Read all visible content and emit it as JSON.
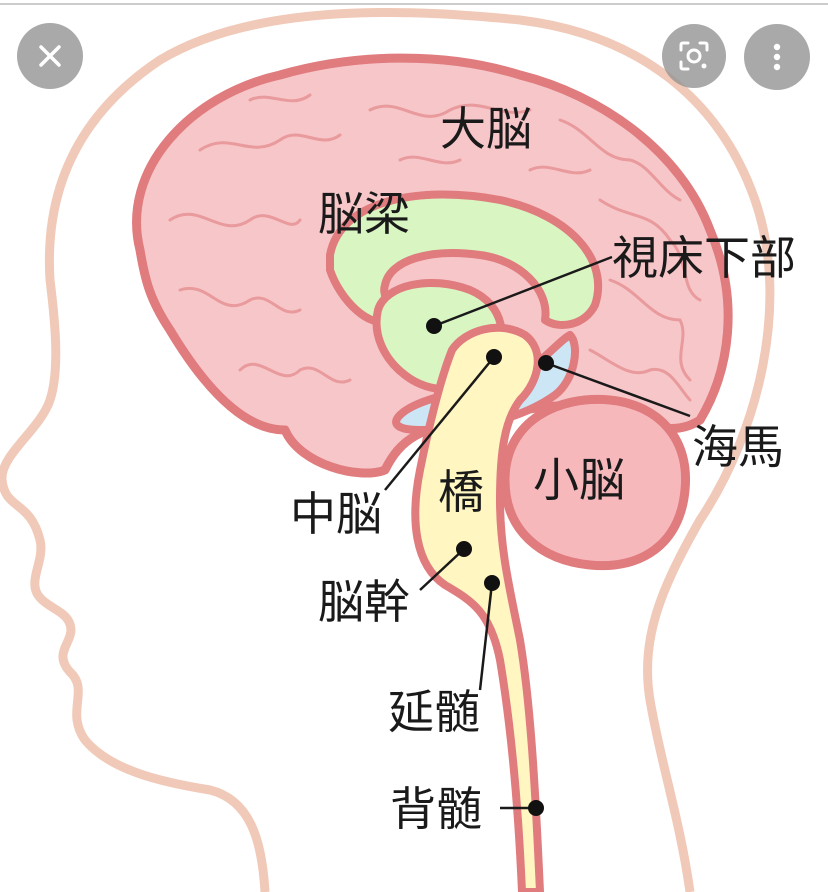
{
  "labels": {
    "cerebrum": "大脳",
    "corpus_callosum": "脳梁",
    "hypothalamus": "視床下部",
    "hippocampus": "海馬",
    "cerebellum": "小脳",
    "pons": "橋",
    "midbrain": "中脳",
    "brainstem": "脳幹",
    "medulla": "延髄",
    "spinal_cord": "背髄"
  },
  "controls": {
    "close_icon": "close-icon",
    "lens_icon": "lens-search-icon",
    "more_icon": "more-vertical-icon"
  },
  "colors": {
    "cerebrum_fill": "#f7c6c9",
    "cerebrum_stroke": "#e07b7e",
    "corpus_callosum_fill": "#d8f5c2",
    "hippocampus_fill": "#cde6f5",
    "brainstem_fill": "#fff6c2",
    "cerebellum_fill": "#f7b8bc",
    "head_outline": "#f0c9b8"
  }
}
